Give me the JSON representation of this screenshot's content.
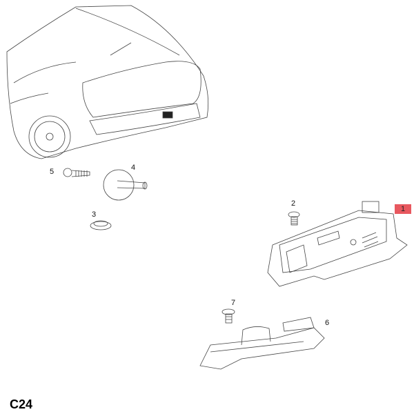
{
  "diagram_code": "C24",
  "highlight_color": "#e8585f",
  "callouts": [
    {
      "label": "1",
      "part": "tailgate-lock-actuator",
      "highlighted": true
    },
    {
      "label": "2",
      "part": "screw"
    },
    {
      "label": "3",
      "part": "grommet"
    },
    {
      "label": "4",
      "part": "bumper-buffer"
    },
    {
      "label": "5",
      "part": "bolt"
    },
    {
      "label": "6",
      "part": "lock-cover"
    },
    {
      "label": "7",
      "part": "screw"
    }
  ]
}
